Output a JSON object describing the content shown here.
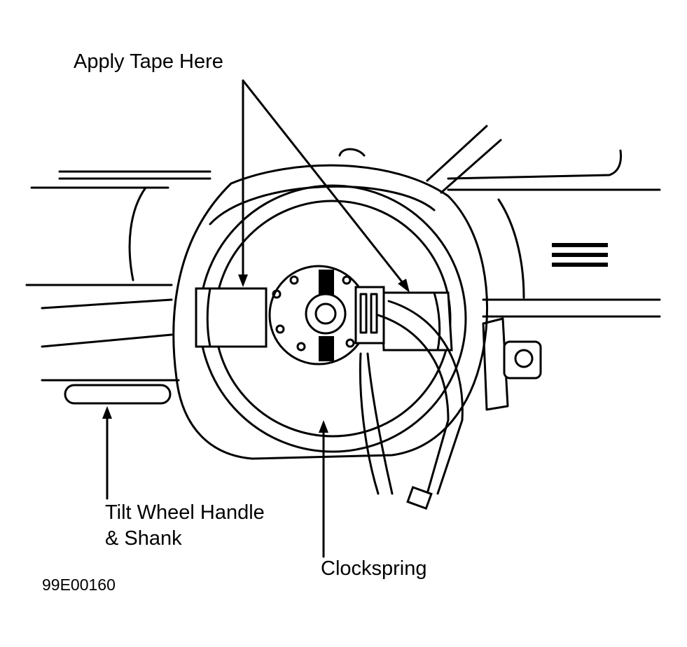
{
  "labels": {
    "apply_tape": "Apply Tape Here",
    "tilt_line1": "Tilt Wheel Handle",
    "tilt_line2": "& Shank",
    "clockspring": "Clockspring",
    "figure_code": "99E00160"
  }
}
